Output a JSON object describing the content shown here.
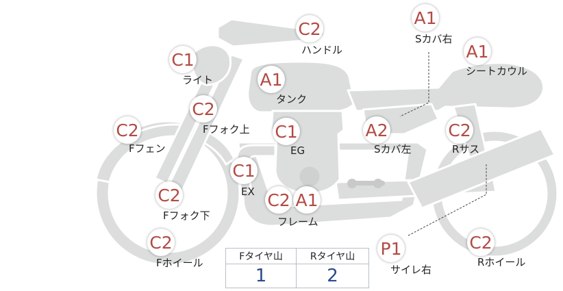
{
  "colors": {
    "part_fill": "#dcdedd",
    "part_stroke": "#ffffff",
    "badge_text": "#b24a43",
    "value_text": "#2a4a8a",
    "table_border": "#b9bec5"
  },
  "parts": [
    {
      "id": "handle",
      "grade": "C2",
      "label": "ハンドル"
    },
    {
      "id": "light",
      "grade": "C1",
      "label": "ライト"
    },
    {
      "id": "tank",
      "grade": "A1",
      "label": "タンク"
    },
    {
      "id": "side-cover-right",
      "grade": "A1",
      "label": "Sカバ右"
    },
    {
      "id": "seat-cowl",
      "grade": "A1",
      "label": "シートカウル"
    },
    {
      "id": "front-fork-upper",
      "grade": "C2",
      "label": "Fフォク上"
    },
    {
      "id": "front-fender",
      "grade": "C2",
      "label": "Fフェン"
    },
    {
      "id": "engine",
      "grade": "C1",
      "label": "EG"
    },
    {
      "id": "side-cover-left",
      "grade": "A2",
      "label": "Sカバ左"
    },
    {
      "id": "rear-suspension",
      "grade": "C2",
      "label": "Rサス"
    },
    {
      "id": "exhaust",
      "grade": "C1",
      "label": "EX"
    },
    {
      "id": "front-fork-lower",
      "grade": "C2",
      "label": "Fフォク下"
    },
    {
      "id": "frame",
      "grade": "C2",
      "grade2": "A1",
      "label": "フレーム"
    },
    {
      "id": "front-wheel",
      "grade": "C2",
      "label": "Fホイール"
    },
    {
      "id": "muffler-right",
      "grade": "P1",
      "label": "サイレ右"
    },
    {
      "id": "rear-wheel",
      "grade": "C2",
      "label": "Rホイール"
    }
  ],
  "tire_table": {
    "headers": [
      "Fタイヤ山",
      "Rタイヤ山"
    ],
    "values": [
      "1",
      "2"
    ]
  }
}
